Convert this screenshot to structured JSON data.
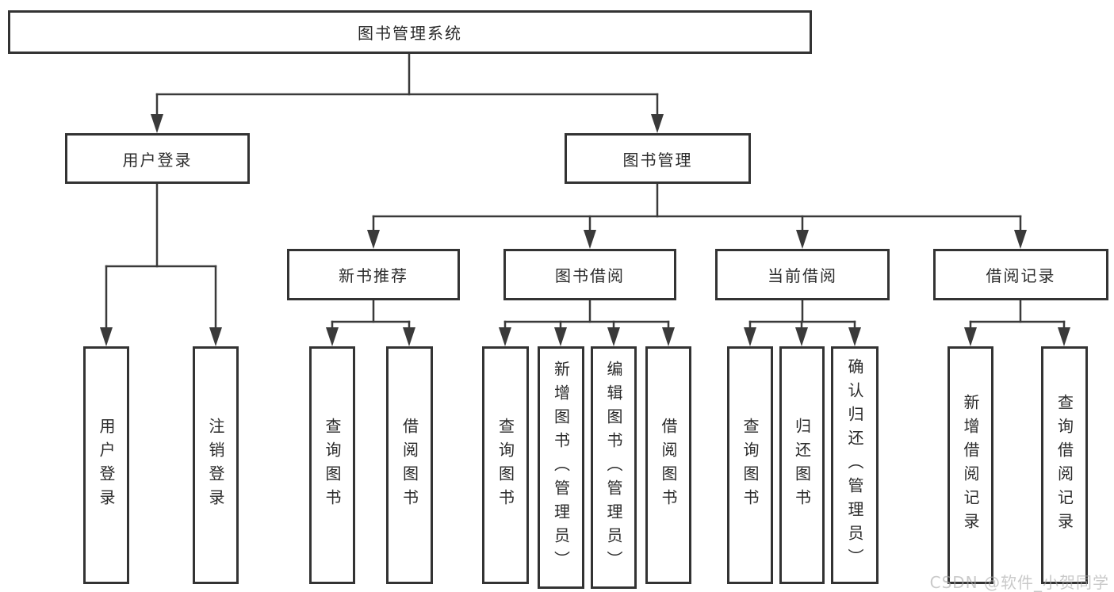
{
  "diagram": {
    "root": "图书管理系统",
    "level2": {
      "user_login": {
        "label": "用户登录",
        "children": [
          "用户登录",
          "注销登录"
        ]
      },
      "book_mgmt": {
        "label": "图书管理",
        "sections": {
          "new_book_rec": {
            "label": "新书推荐",
            "children": [
              "查询图书",
              "借阅图书"
            ]
          },
          "book_borrow": {
            "label": "图书借阅",
            "children": [
              "查询图书",
              "新增图书（管理员）",
              "编辑图书（管理员）",
              "借阅图书"
            ]
          },
          "current_borrow": {
            "label": "当前借阅",
            "children": [
              "查询图书",
              "归还图书",
              "确认归还（管理员）"
            ]
          },
          "borrow_records": {
            "label": "借阅记录",
            "children": [
              "新增借阅记录",
              "查询借阅记录"
            ]
          }
        }
      }
    }
  },
  "watermark": {
    "text": "CSDN @软件_小贺同学"
  },
  "colors": {
    "line": "#3a3a3a",
    "box_border": "#333333",
    "text": "#2b2b2b",
    "watermark": "#a9a9a9",
    "background": "#ffffff"
  }
}
